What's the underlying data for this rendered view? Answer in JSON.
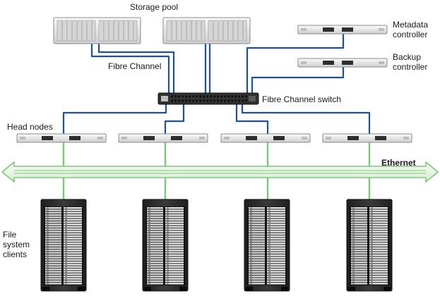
{
  "labels": {
    "storage_pool": "Storage pool",
    "fibre_channel": "Fibre Channel",
    "fibre_channel_switch": "Fibre Channel switch",
    "metadata_controller": "Metadata\ncontroller",
    "backup_controller": "Backup\ncontroller",
    "head_nodes": "Head nodes",
    "ethernet": "Ethernet",
    "file_system_clients": "File\nsystem\nclients"
  },
  "colors": {
    "fibre_channel_cable": "#1f4f9e",
    "ethernet": "#7ec87a",
    "ethernet_bus_fill": "#e7f4e4",
    "hardware_light": "#e9e9e9",
    "hardware_dark": "#2e2e2e"
  },
  "components": {
    "storage_arrays": 2,
    "controllers": 2,
    "head_nodes": 4,
    "client_racks": 4
  }
}
